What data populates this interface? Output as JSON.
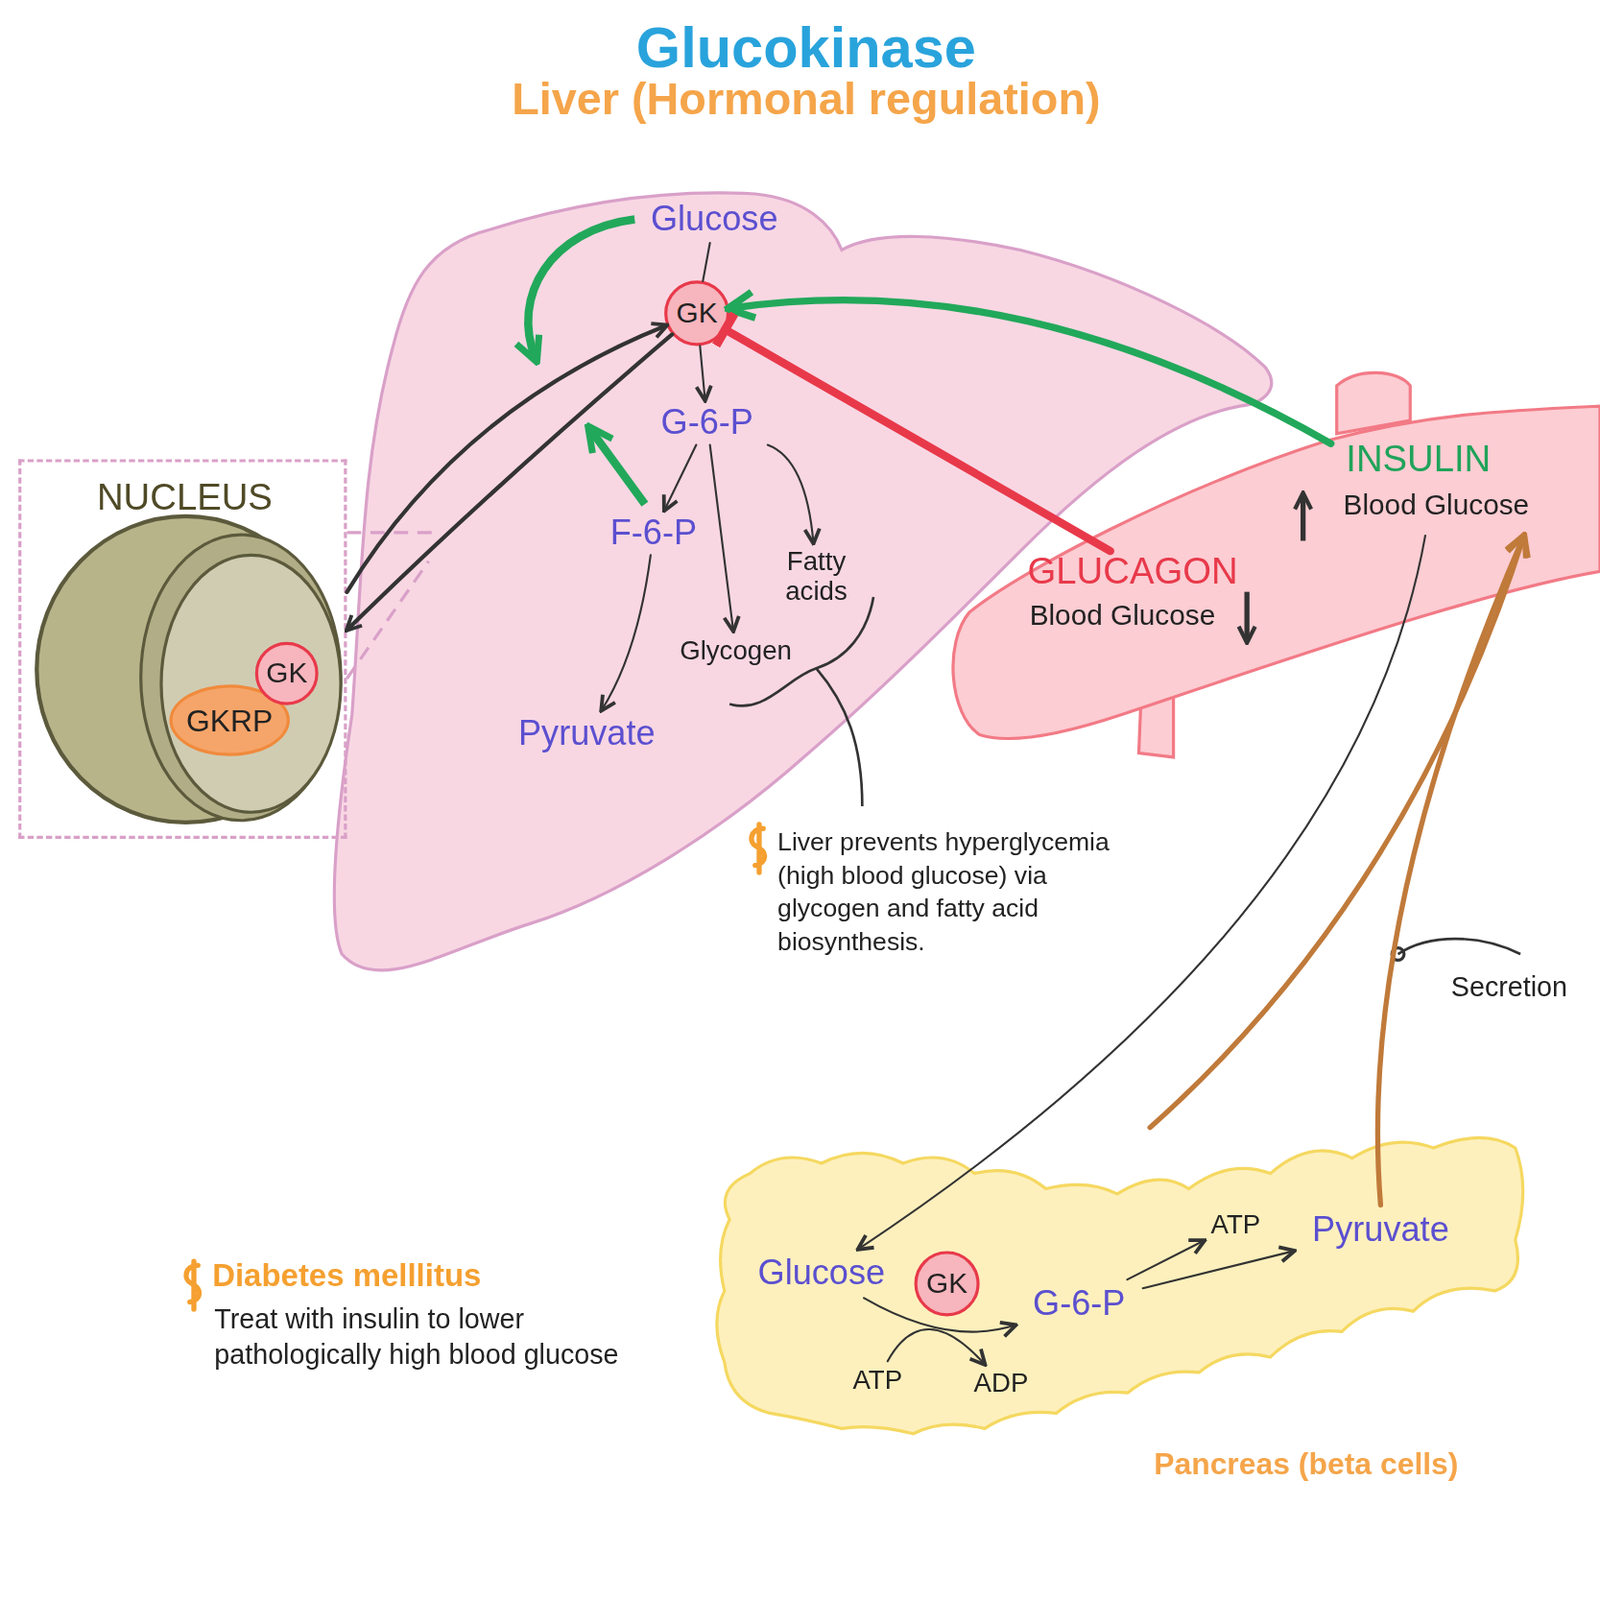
{
  "diagram": {
    "title": "Glucokinase",
    "nodes": [
      {
        "text": [
          "NUCLEUS"
        ]
      },
      {
        "text": [
          "GKRP"
        ],
        "in": 0
      },
      {
        "text": [
          "GK"
        ],
        "in": 0
      },
      {
        "text": [
          "Glucose"
        ]
      },
      {
        "text": [
          "GK"
        ]
      },
      {
        "text": [
          "G-6-P"
        ]
      },
      {
        "text": [
          "F-6-P"
        ]
      },
      {
        "text": [
          "Fatty acids"
        ]
      },
      {
        "text": [
          "Glycogen"
        ]
      },
      {
        "text": [
          "Pyruvate"
        ]
      },
      {
        "text": [
          "INSULIN",
          "Blood Glucose"
        ]
      },
      {
        "text": [
          "GLUCAGON",
          "Blood Glucose"
        ]
      },
      {
        "text": [
          "Pancreas (beta cells)"
        ]
      },
      {
        "text": [
          "Glucose"
        ],
        "in": 12
      },
      {
        "text": [
          "GK"
        ],
        "in": 12
      },
      {
        "text": [
          "G-6-P"
        ],
        "in": 12
      },
      {
        "text": [
          "ATP"
        ],
        "in": 12
      },
      {
        "text": [
          "Pyruvate"
        ],
        "in": 12
      },
      {
        "text": [
          "ATP"
        ],
        "in": 12
      },
      {
        "text": [
          "ADP"
        ],
        "in": 12
      }
    ],
    "edges": [
      {
        "from": 0,
        "to": 4,
        "arrow": "to"
      },
      {
        "from": 4,
        "to": 0,
        "arrow": "to"
      },
      {
        "from": 3,
        "to": 4,
        "arrow": "none"
      },
      {
        "from": 4,
        "to": 5,
        "arrow": "to"
      },
      {
        "from": 5,
        "to": 6,
        "arrow": "to"
      },
      {
        "from": 5,
        "to": 8,
        "arrow": "to"
      },
      {
        "from": 5,
        "to": 7,
        "arrow": "to"
      },
      {
        "from": 6,
        "to": 9,
        "arrow": "to"
      },
      {
        "from": 10,
        "to": 4,
        "arrow": "to"
      },
      {
        "from": 11,
        "to": 4,
        "arrow": "to"
      },
      {
        "from": 10,
        "to": 13,
        "arrow": "to"
      },
      {
        "from": 12,
        "to": 10,
        "arrow": "to"
      },
      {
        "from": 17,
        "to": 10,
        "label": "Secretion",
        "arrow": "to"
      },
      {
        "from": 13,
        "to": 15,
        "arrow": "to"
      },
      {
        "from": 18,
        "to": 19,
        "arrow": "to"
      },
      {
        "from": 15,
        "to": 16,
        "arrow": "to"
      },
      {
        "from": 15,
        "to": 17,
        "arrow": "to"
      }
    ],
    "labels": [
      "Liver (Hormonal regulation)",
      "Liver prevents hyperglycemia (high blood glucose) via glycogen and fatty acid biosynthesis.",
      "Diabetes melllitus",
      "Treat with insulin to lower pathologically high blood glucose"
    ]
  }
}
